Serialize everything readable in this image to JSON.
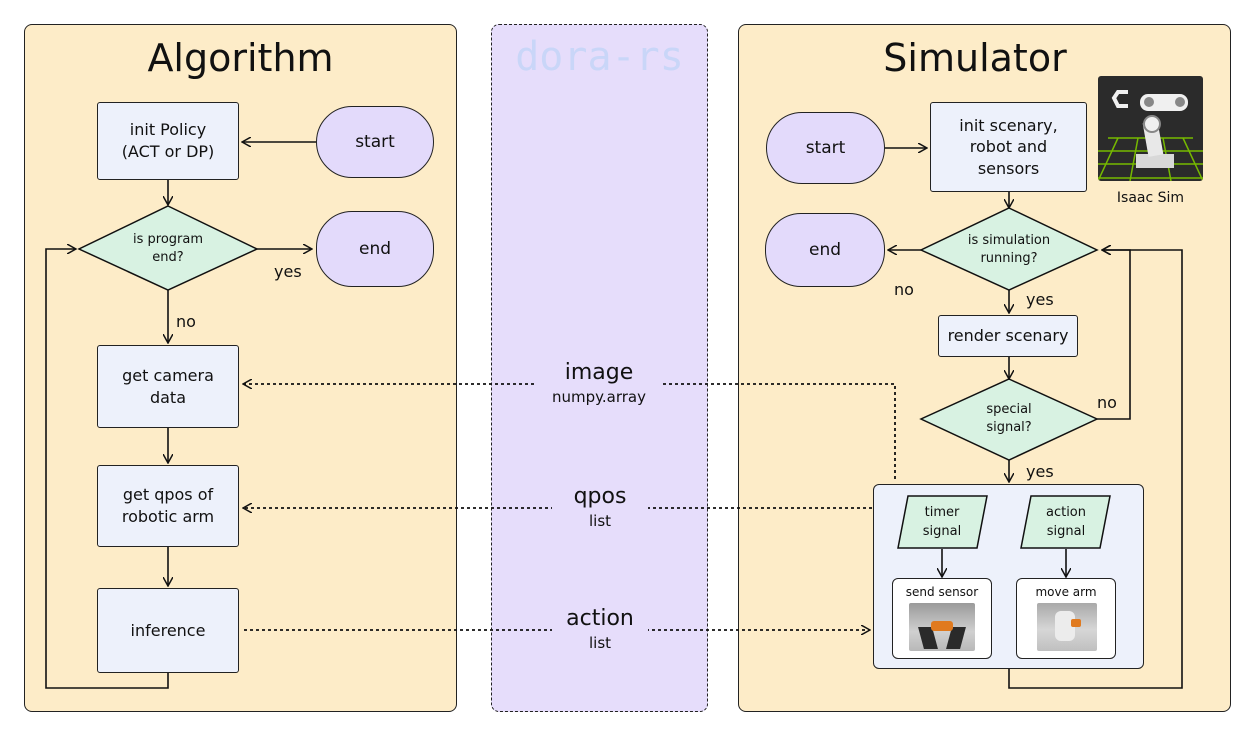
{
  "brand": "dora-rs",
  "algorithm": {
    "title": "Algorithm",
    "init_policy": [
      "init Policy",
      "(ACT or DP)"
    ],
    "start": "start",
    "is_program_end": [
      "is program",
      "end?"
    ],
    "end": "end",
    "yes": "yes",
    "no": "no",
    "get_camera": [
      "get camera",
      "data"
    ],
    "get_qpos": [
      "get qpos of",
      "robotic arm"
    ],
    "inference": "inference"
  },
  "wires": {
    "image": {
      "name": "image",
      "type": "numpy.array"
    },
    "qpos": {
      "name": "qpos",
      "type": "list"
    },
    "action": {
      "name": "action",
      "type": "list"
    }
  },
  "simulator": {
    "title": "Simulator",
    "start": "start",
    "init_scenary": [
      "init scenary,",
      "robot and",
      "sensors"
    ],
    "isaac_label": "Isaac Sim",
    "end": "end",
    "is_sim_running": [
      "is simulation",
      "running?"
    ],
    "no": "no",
    "yes": "yes",
    "render": "render scenary",
    "special_signal": [
      "special",
      "signal?"
    ],
    "yes2": "yes",
    "no2": "no",
    "timer_signal": [
      "timer",
      "signal"
    ],
    "action_signal": [
      "action",
      "signal"
    ],
    "send_sensor": "send sensor",
    "move_arm": "move arm"
  },
  "colors": {
    "panel": "#fdecc8",
    "middleware": "#e6ddfb",
    "process": "#edf1fb",
    "decision": "#d8f2e2",
    "terminal": "#e3dafb",
    "brand_text": "#c9d6f8"
  }
}
